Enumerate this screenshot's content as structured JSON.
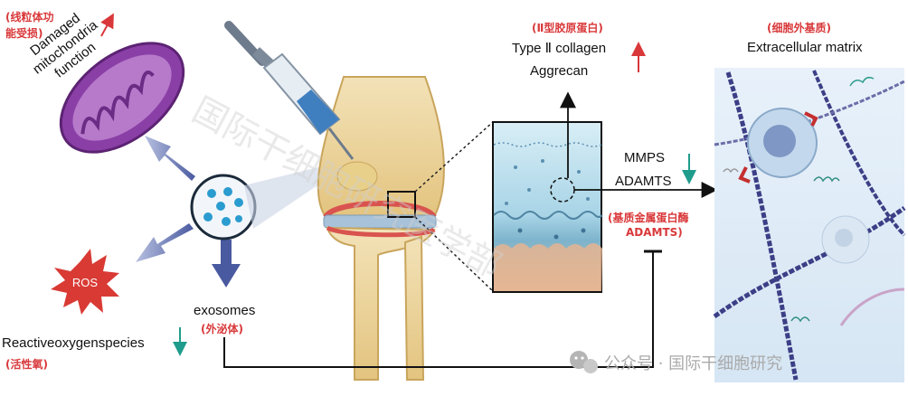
{
  "mitochondria": {
    "cn_label_line1": "(线粒体功",
    "cn_label_line2": "能受损)",
    "en_label_line1": "Damaged",
    "en_label_line2": "mitochondria",
    "en_label_line3": "function",
    "fill_color": "#8a3fa6"
  },
  "ros": {
    "burst_text": "ROS",
    "en_label": "Reactiveoxygenspecies",
    "cn_label": "(活性氧)",
    "fill_color": "#d93a34"
  },
  "exosomes": {
    "en_label": "exosomes",
    "cn_label": "(外泌体)",
    "particle_color": "#2b9ccf"
  },
  "collagen": {
    "cn_label": "(Ⅱ型胶原蛋白)",
    "line1": "Type Ⅱ collagen",
    "line2": "Aggrecan"
  },
  "enzymes": {
    "line1": "MMPS",
    "line2": "ADAMTS",
    "cn_label_line1": "(基质金属蛋白酶",
    "cn_label_line2": "ADAMTS)"
  },
  "ecm": {
    "cn_label": "(细胞外基质)",
    "en_label": "Extracellular matrix"
  },
  "watermark": {
    "footer_text": "公众号 · 国际干细胞研究",
    "diagonal_text": "国际干细胞研究医学部"
  },
  "colors": {
    "arrow_up_red": "#d9383a",
    "arrow_down_teal": "#1f9c8c",
    "pathway_arrow": "#5b6aa8"
  }
}
